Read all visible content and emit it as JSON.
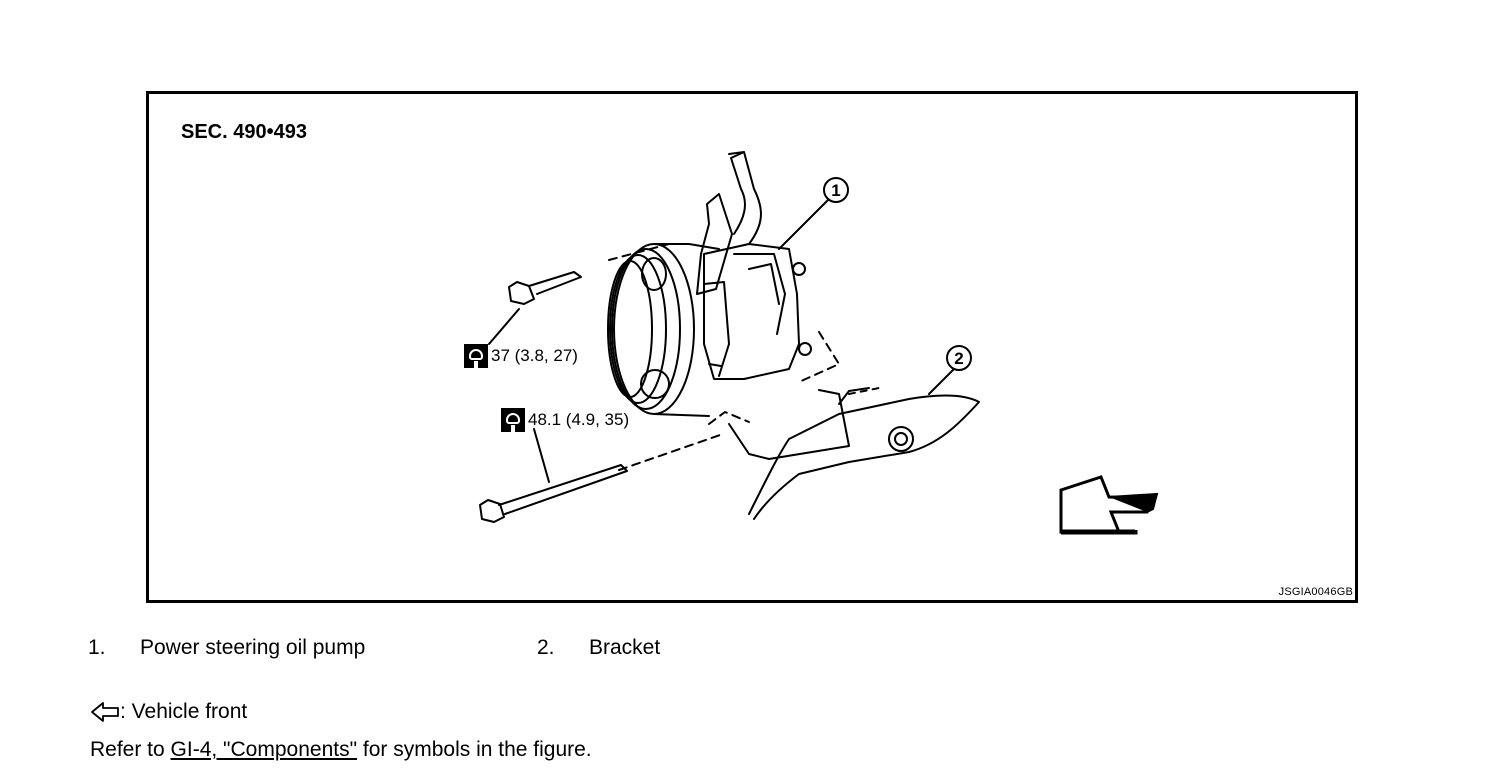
{
  "figure": {
    "section_label": "SEC. 490•493",
    "figure_id": "JSGIA0046GB",
    "callouts": [
      "1",
      "2"
    ],
    "torque_upper": "37 (3.8, 27)",
    "torque_lower": "48.1 (4.9, 35)"
  },
  "legend": {
    "items": [
      {
        "num": "1.",
        "label": "Power steering oil pump"
      },
      {
        "num": "2.",
        "label": "Bracket"
      }
    ]
  },
  "notes": {
    "front_text": ": Vehicle front",
    "refer_prefix": "Refer to ",
    "refer_link": "GI-4, \"Components\"",
    "refer_suffix": " for symbols in the figure."
  }
}
